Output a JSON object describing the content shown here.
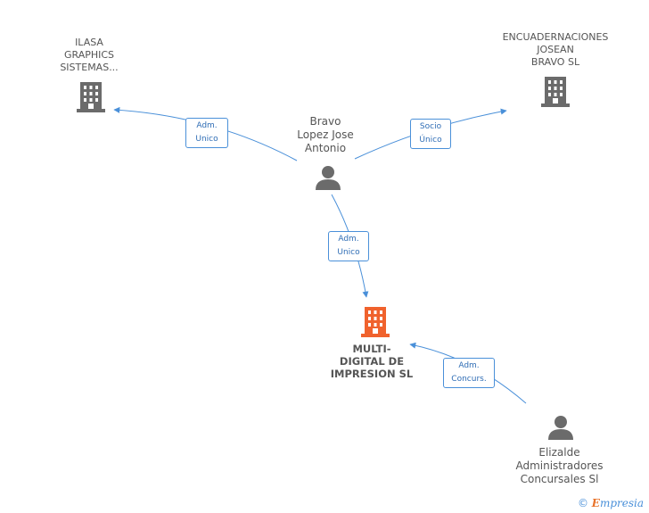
{
  "colors": {
    "edge": "#4a90d9",
    "company": "#6b6b6b",
    "main_company": "#f0622d",
    "person": "#6b6b6b"
  },
  "nodes": {
    "ilasa": {
      "lines": [
        "ILASA",
        "GRAPHICS",
        "SISTEMAS..."
      ],
      "icon": "building-icon"
    },
    "encuadernaciones": {
      "lines": [
        "ENCUADERNACIONES",
        "JOSEAN",
        "BRAVO SL"
      ],
      "icon": "building-icon"
    },
    "bravo": {
      "lines": [
        "Bravo",
        "Lopez Jose",
        "Antonio"
      ],
      "icon": "person-icon"
    },
    "multidigital": {
      "lines": [
        "MULTI-",
        "DIGITAL DE",
        "IMPRESION SL"
      ],
      "icon": "building-icon"
    },
    "elizalde": {
      "lines": [
        "Elizalde",
        "Administradores",
        "Concursales Sl"
      ],
      "icon": "person-icon"
    }
  },
  "edges": {
    "bravo_ilasa": {
      "lines": [
        "Adm.",
        "Unico"
      ]
    },
    "bravo_encuadernaciones": {
      "lines": [
        "Socio",
        "Único"
      ]
    },
    "bravo_multidigital": {
      "lines": [
        "Adm.",
        "Unico"
      ]
    },
    "elizalde_multidigital": {
      "lines": [
        "Adm.",
        "Concurs."
      ]
    }
  },
  "brand": {
    "copyright": "©",
    "first_letter": "E",
    "rest": "mpresia"
  }
}
